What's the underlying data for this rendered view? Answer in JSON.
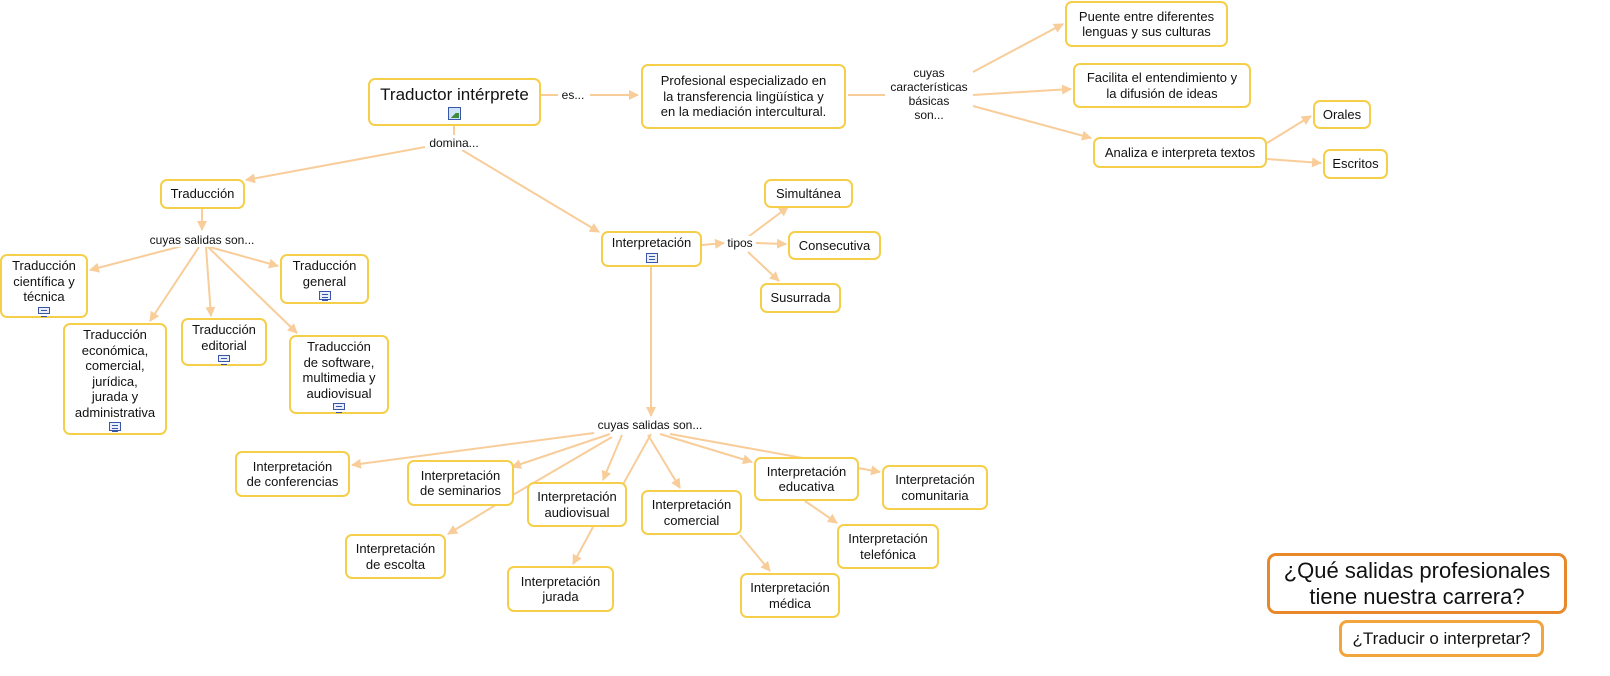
{
  "diagram": {
    "colors": {
      "edge": "#f8cd9a",
      "node_border": "#f5cf4a",
      "title_border": "#e7892a"
    },
    "nodes": {
      "traductor_interprete": "Traductor intérprete",
      "profesional": "Profesional especializado en\nla transferencia lingüística y\nen la mediación intercultural.",
      "puente": "Puente entre diferentes\nlenguas y sus culturas",
      "facilita": "Facilita el entendimiento y\nla difusión de ideas",
      "analiza": "Analiza e interpreta textos",
      "orales": "Orales",
      "escritos": "Escritos",
      "traduccion": "Traducción",
      "interpretacion": "Interpretación",
      "simultanea": "Simultánea",
      "consecutiva": "Consecutiva",
      "susurrada": "Susurrada",
      "trad_cientifica": "Traducción\ncientífica y\ntécnica",
      "trad_general": "Traducción\ngeneral",
      "trad_editorial": "Traducción\neditorial",
      "trad_economica": "Traducción\neconómica,\ncomercial,\njurídica,\njurada y\nadministrativa",
      "trad_software": "Traducción\nde software,\nmultimedia y\naudiovisual",
      "int_conferencias": "Interpretación\nde conferencias",
      "int_seminarios": "Interpretación\nde seminarios",
      "int_audiovisual": "Interpretación\naudiovisual",
      "int_comercial": "Interpretación\ncomercial",
      "int_educativa": "Interpretación\neducativa",
      "int_comunitaria": "Interpretación\ncomunitaria",
      "int_escolta": "Interpretación\nde escolta",
      "int_jurada": "Interpretación\njurada",
      "int_medica": "Interpretación\nmédica",
      "int_telefonica": "Interpretación\ntelefónica",
      "title": "¿Qué salidas profesionales\ntiene nuestra carrera?",
      "subtitle": "¿Traducir o interpretar?"
    },
    "links": {
      "es": "es...",
      "cuyas_caracteristicas": "cuyas\ncaracterísticas\nbásicas\nson...",
      "domina": "domina...",
      "salidas_trad": "cuyas salidas son...",
      "tipos": "tipos",
      "salidas_int": "cuyas salidas son..."
    },
    "icons": {
      "traductor_interprete": "image-icon",
      "interpretacion": "document-icon",
      "trad_cientifica": "document-icon",
      "trad_general": "document-icon",
      "trad_editorial": "document-icon",
      "trad_economica": "document-icon",
      "trad_software": "document-icon"
    }
  }
}
